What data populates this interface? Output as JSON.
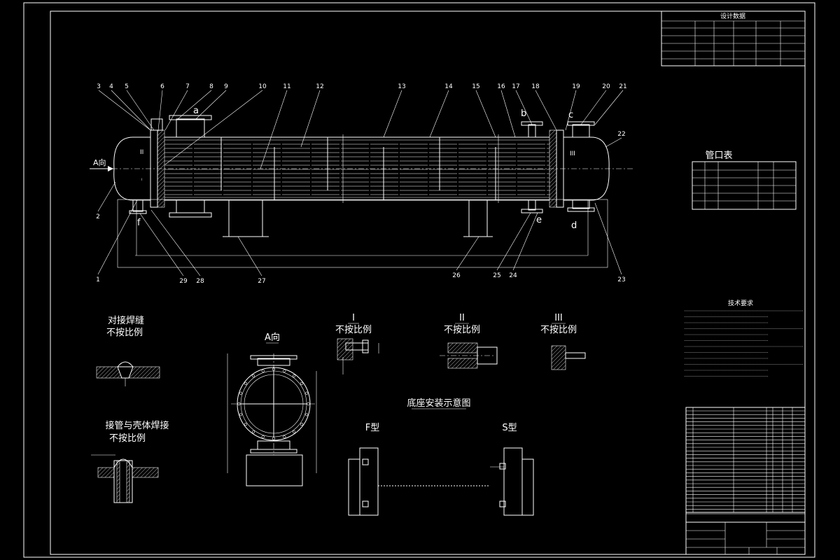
{
  "design_table": {
    "title": "设计数据",
    "rows": [
      [
        "",
        "",
        "",
        "",
        "",
        ""
      ],
      [
        "",
        "",
        "",
        "",
        "",
        ""
      ],
      [
        "",
        "",
        "",
        "",
        "",
        ""
      ],
      [
        "",
        "",
        "",
        "",
        "",
        ""
      ],
      [
        "",
        "",
        "",
        "",
        "",
        ""
      ],
      [
        "",
        "",
        "",
        "",
        "",
        ""
      ]
    ]
  },
  "part_labels_top": [
    "3",
    "4",
    "5",
    "6",
    "7",
    "8",
    "9",
    "10",
    "11",
    "12",
    "13",
    "14",
    "15",
    "16",
    "17",
    "18",
    "19",
    "20",
    "21",
    "22"
  ],
  "part_labels_bottom": [
    "2",
    "1",
    "29",
    "28",
    "27",
    "26",
    "25",
    "24",
    "23"
  ],
  "nozzle_letters": [
    "a",
    "b",
    "c",
    "d",
    "e",
    "f"
  ],
  "view_marks": {
    "a_view": "A向",
    "detail_1": "I",
    "detail_2": "II",
    "detail_3": "III"
  },
  "nozzle_table": {
    "title": "管口表",
    "headers": [
      "",
      "",
      "",
      "",
      ""
    ],
    "rows": [
      [
        "",
        "",
        "",
        "",
        ""
      ],
      [
        "",
        "",
        "",
        "",
        ""
      ],
      [
        "",
        "",
        "",
        "",
        ""
      ],
      [
        "",
        "",
        "",
        "",
        ""
      ],
      [
        "",
        "",
        "",
        "",
        ""
      ],
      [
        "",
        "",
        "",
        "",
        ""
      ]
    ]
  },
  "tech_requirements": {
    "title": "技术要求",
    "lines": [
      "",
      "",
      "",
      "",
      "",
      "",
      "",
      "",
      "",
      "",
      "",
      ""
    ]
  },
  "details": {
    "butt_weld": {
      "title": "对接焊缝",
      "scale": "不按比例"
    },
    "nozzle_weld": {
      "title": "接管与壳体焊接",
      "scale": "不按比例"
    },
    "a_view_title": "A向",
    "detail_1": {
      "mark": "I",
      "scale": "不按比例"
    },
    "detail_2": {
      "mark": "II",
      "scale": "不按比例"
    },
    "detail_3": {
      "mark": "III",
      "scale": "不按比例"
    },
    "base_install": {
      "title": "底座安装示意图",
      "type_f": "F型",
      "type_s": "S型"
    }
  },
  "title_block": {
    "company": "",
    "drawing_title": "",
    "scale": "",
    "sheet": ""
  },
  "colors": {
    "background": "#000000",
    "lines": "#ffffff"
  }
}
